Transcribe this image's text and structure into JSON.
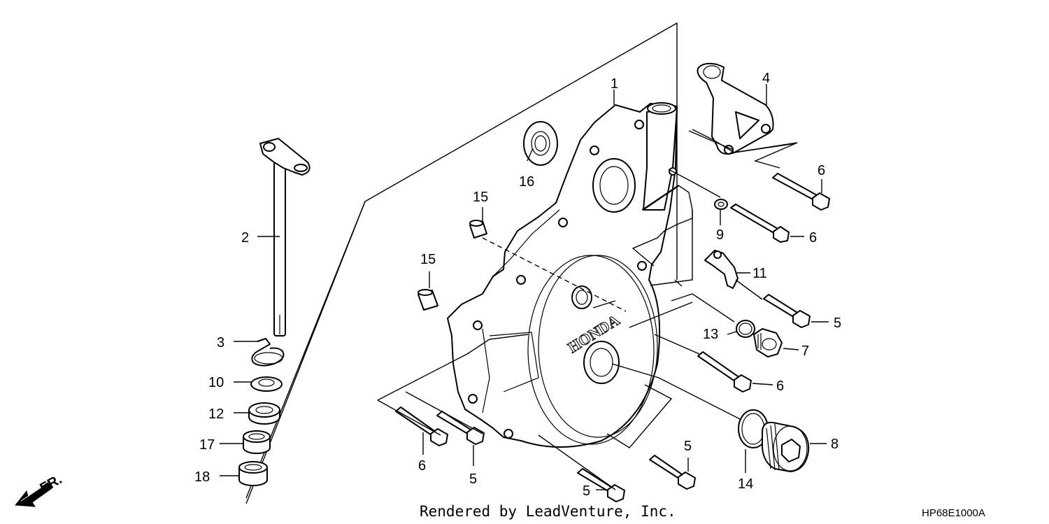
{
  "diagram": {
    "footer_text": "Rendered by LeadVenture, Inc.",
    "diagram_code": "HP68E1000A",
    "front_arrow_label": "FR.",
    "cover_logo_text": "HONDA",
    "callouts": {
      "c1": "1",
      "c2": "2",
      "c3": "3",
      "c4": "4",
      "c5a": "5",
      "c5b": "5",
      "c5c": "5",
      "c5d": "5",
      "c6a": "6",
      "c6b": "6",
      "c6c": "6",
      "c6d": "6",
      "c7": "7",
      "c8": "8",
      "c9": "9",
      "c10": "10",
      "c11": "11",
      "c12": "12",
      "c13": "13",
      "c14": "14",
      "c15a": "15",
      "c15b": "15",
      "c16": "16",
      "c17": "17",
      "c18": "18"
    }
  }
}
